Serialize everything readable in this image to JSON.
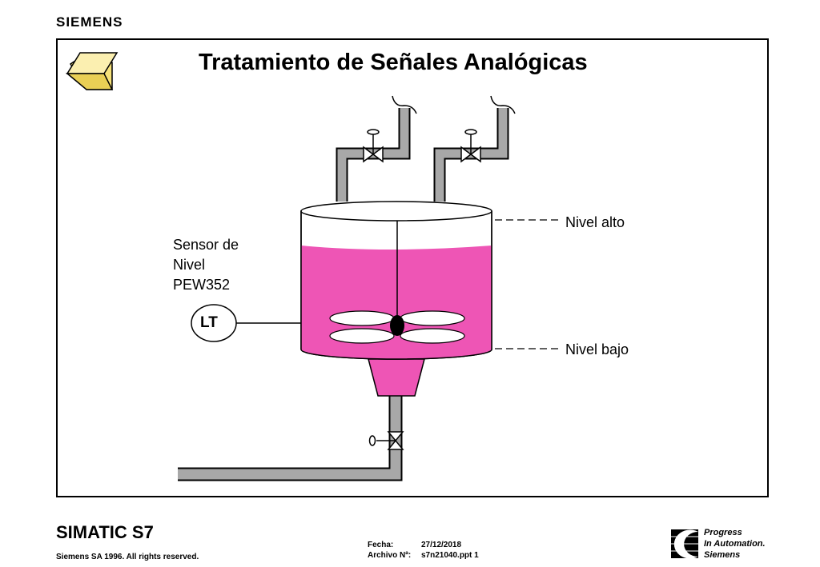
{
  "brand": "SIEMENS",
  "title": "Tratamiento de Señales Analógicas",
  "sensor": {
    "line1": "Sensor de",
    "line2": "Nivel",
    "line3": "PEW352",
    "tag": "LT"
  },
  "levels": {
    "high": "Nivel alto",
    "low": "Nivel bajo"
  },
  "footer": {
    "product": "SIMATIC S7",
    "rights": "Siemens SA 1996. All rights reserved.",
    "fecha_label": "Fecha:",
    "fecha_value": "27/12/2018",
    "archivo_label": "Archivo Nª:",
    "archivo_value": "s7n21040.ppt 1",
    "slogan": [
      "Progress",
      "In Automation.",
      "Siemens"
    ]
  },
  "colors": {
    "liquid": "#ee55b5",
    "liquid_dark": "#c0359a",
    "pipe": "#a8a8a8",
    "folder": "#f6e27a"
  },
  "icons": [
    "folder-icon",
    "valve-icon",
    "agitator-icon",
    "siemens-logo-icon"
  ]
}
